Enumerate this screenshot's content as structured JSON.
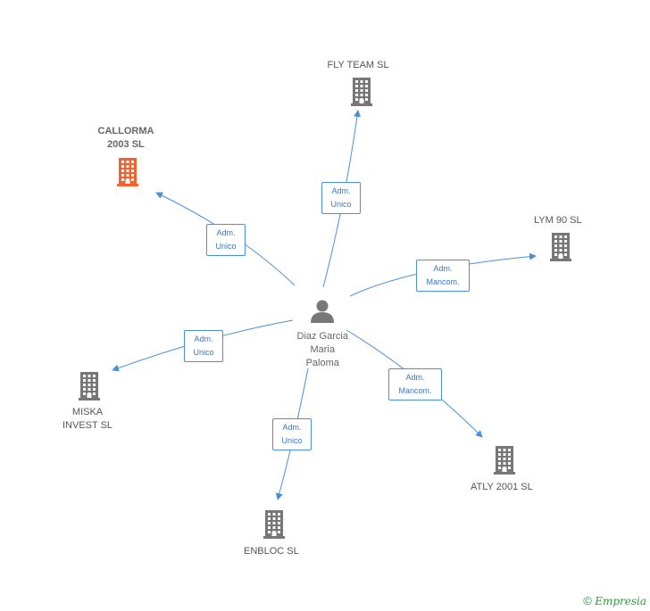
{
  "center": {
    "lines": [
      "Diaz Garcia",
      "Maria",
      "Paloma"
    ],
    "icon": "person-icon",
    "color": "#777777"
  },
  "companies": [
    {
      "id": "fly-team",
      "lines": [
        "FLY TEAM SL"
      ],
      "icon": "building-icon",
      "color": "#777777",
      "focus": false
    },
    {
      "id": "callorma",
      "lines": [
        "CALLORMA",
        "2003 SL"
      ],
      "icon": "building-icon",
      "color": "#f4622f",
      "focus": true
    },
    {
      "id": "lym-90",
      "lines": [
        "LYM 90 SL"
      ],
      "icon": "building-icon",
      "color": "#777777",
      "focus": false
    },
    {
      "id": "miska",
      "lines": [
        "MISKA",
        "INVEST  SL"
      ],
      "icon": "building-icon",
      "color": "#777777",
      "focus": false
    },
    {
      "id": "atly",
      "lines": [
        "ATLY 2001 SL"
      ],
      "icon": "building-icon",
      "color": "#777777",
      "focus": false
    },
    {
      "id": "enbloc",
      "lines": [
        "ENBLOC SL"
      ],
      "icon": "building-icon",
      "color": "#777777",
      "focus": false
    }
  ],
  "relations": [
    {
      "to": "fly-team",
      "lines": [
        "Adm.",
        "Unico"
      ]
    },
    {
      "to": "callorma",
      "lines": [
        "Adm.",
        "Unico"
      ]
    },
    {
      "to": "lym-90",
      "lines": [
        "Adm.",
        "Mancom."
      ]
    },
    {
      "to": "miska",
      "lines": [
        "Adm.",
        "Unico"
      ]
    },
    {
      "to": "atly",
      "lines": [
        "Adm.",
        "Mancom."
      ]
    },
    {
      "to": "enbloc",
      "lines": [
        "Adm.",
        "Unico"
      ]
    }
  ],
  "colors": {
    "edge": "#4a90d9",
    "node_default": "#777777",
    "node_focus": "#f4622f"
  },
  "footer": {
    "copyright": "©",
    "brand": "Empresia"
  }
}
